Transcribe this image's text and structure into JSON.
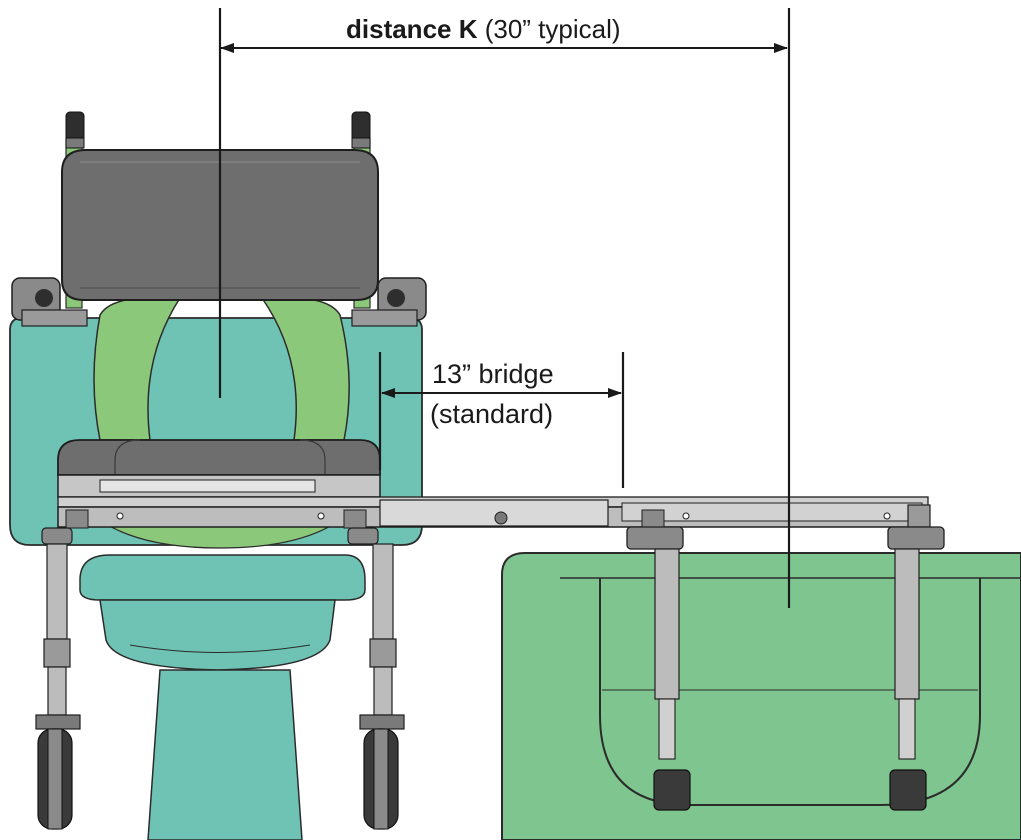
{
  "labels": {
    "distance_bold": "distance K",
    "distance_rest": " (30” typical)",
    "bridge_line1": "13” bridge",
    "bridge_line2": "(standard)"
  },
  "colors": {
    "tub_green": "#7fc58f",
    "toilet_teal": "#6fc3b5",
    "frame_green": "#8cc87a",
    "cushion_gray": "#6e6e6e",
    "metal_gray": "#bcbcbc",
    "outline": "#2b2b2b"
  }
}
